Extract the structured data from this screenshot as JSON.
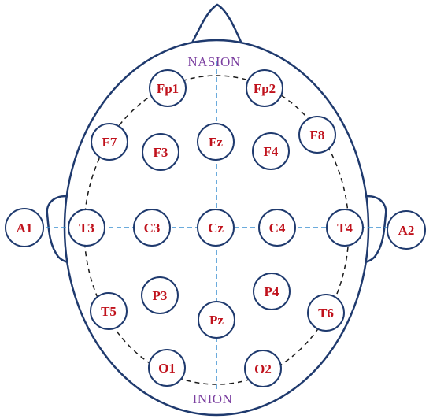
{
  "landmarks": {
    "nasion": "NASION",
    "inion": "INION"
  },
  "electrodes": {
    "fp1": "Fp1",
    "fp2": "Fp2",
    "f7": "F7",
    "f3": "F3",
    "fz": "Fz",
    "f4": "F4",
    "f8": "F8",
    "a1": "A1",
    "t3": "T3",
    "c3": "C3",
    "cz": "Cz",
    "c4": "C4",
    "t4": "T4",
    "a2": "A2",
    "t5": "T5",
    "p3": "P3",
    "pz": "Pz",
    "p4": "P4",
    "t6": "T6",
    "o1": "O1",
    "o2": "O2"
  },
  "colors": {
    "outline": "#1f3a6e",
    "electrode_text": "#c0121c",
    "landmark_text": "#7b3fa0",
    "midline": "#3a8fd0",
    "circumference": "#1a1a1a"
  }
}
